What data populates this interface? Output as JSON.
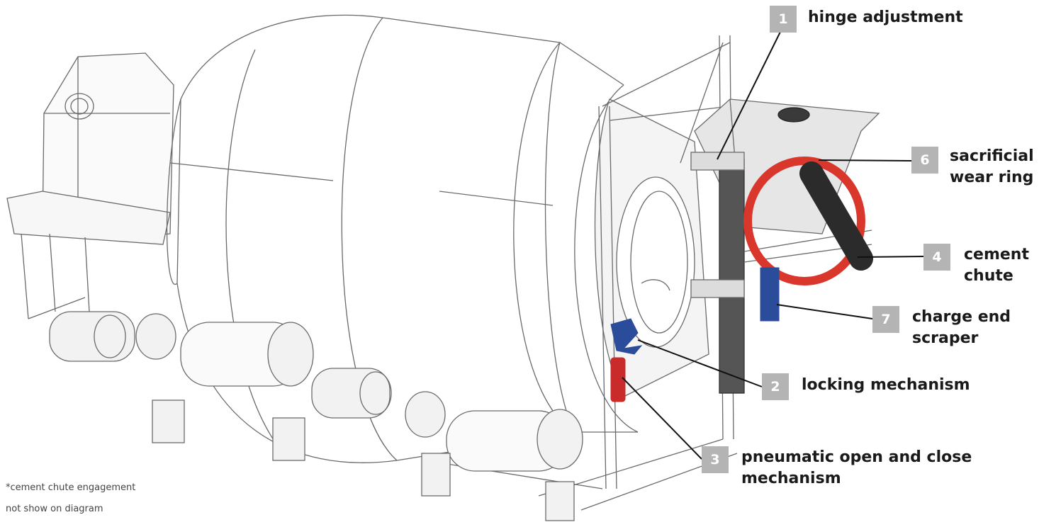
{
  "colors": {
    "badge": "#b4b4b4",
    "leader": "#111111",
    "wear_ring": "#d9362c",
    "locking": "#2a4c9a",
    "pneumatic": "#c92b2b",
    "scraper": "#2a4c9a",
    "chute": "#2b2b2b"
  },
  "callouts": [
    {
      "number": "1",
      "lines": [
        "hinge adjustment"
      ]
    },
    {
      "number": "2",
      "lines": [
        "locking mechanism"
      ]
    },
    {
      "number": "3",
      "lines": [
        "pneumatic open and close",
        "mechanism"
      ]
    },
    {
      "number": "4",
      "lines": [
        "cement",
        "chute"
      ]
    },
    {
      "number": "6",
      "lines": [
        "sacrificial",
        "wear ring"
      ]
    },
    {
      "number": "7",
      "lines": [
        "charge end",
        "scraper"
      ]
    }
  ],
  "footnote": {
    "lines": [
      "*cement chute engagement",
      "not show on diagram"
    ]
  }
}
